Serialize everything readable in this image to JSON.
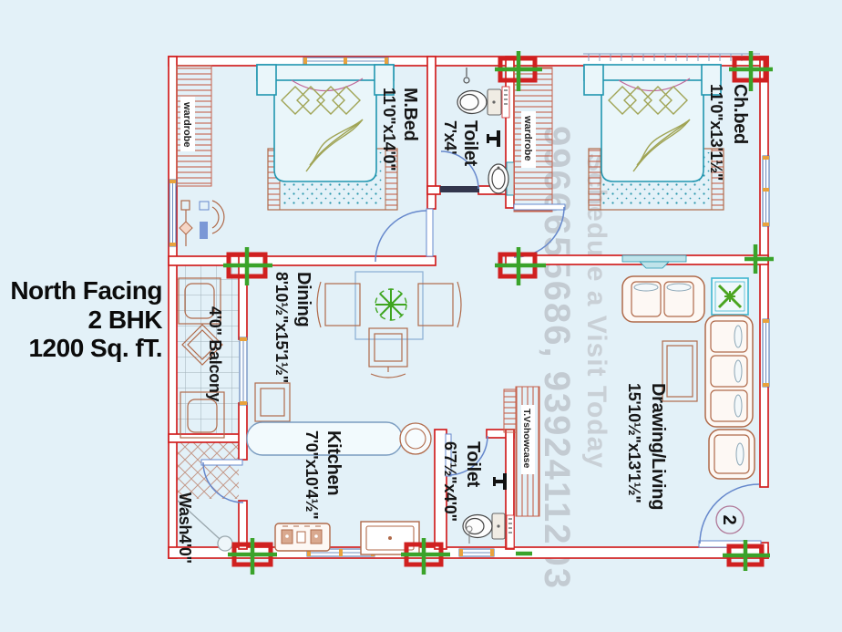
{
  "info": {
    "facing": "North Facing",
    "type": "2 BHK",
    "area": "1200 Sq. fT."
  },
  "watermark": {
    "phones": "9966655686, 9392411203",
    "tagline": "Schedule a Visit Today"
  },
  "rooms": {
    "master_bedroom": {
      "name": "M.Bed",
      "dims": "11'0\"x14'0\""
    },
    "toilet_top": {
      "name": "Toilet",
      "dims": "7'x4'"
    },
    "child_bedroom": {
      "name": "Ch.bed",
      "dims": "11'0\"x13'1½\""
    },
    "dining": {
      "name": "Dining",
      "dims": "8'10½\"x15'1½\""
    },
    "balcony": {
      "name": "4'0\" Balcony"
    },
    "wash": {
      "name": "Wash4'0\""
    },
    "kitchen": {
      "name": "Kitchen",
      "dims": "7'0\"x10'4½\""
    },
    "toilet_bottom": {
      "name": "Toilet",
      "dims": "6'7½\"x4'0\""
    },
    "drawing_living": {
      "name": "Drawing/Living",
      "dims": "15'10½\"x13'1½\""
    }
  },
  "fixtures": {
    "wardrobe_left": "wardrobe",
    "wardrobe_middle": "wardrobe",
    "tv_showcase": "T.Vshowcase",
    "entrance_door_number": "2"
  },
  "colors": {
    "background": "#e3f1f8",
    "wall_red": "#d22020",
    "furniture_brown": "#b06a4a",
    "bed_teal": "#2196b0",
    "column_green": "#3aa32a",
    "door_blue": "#6688cc",
    "watermark_gray": "#bcc2c9",
    "text_black": "#161616"
  }
}
